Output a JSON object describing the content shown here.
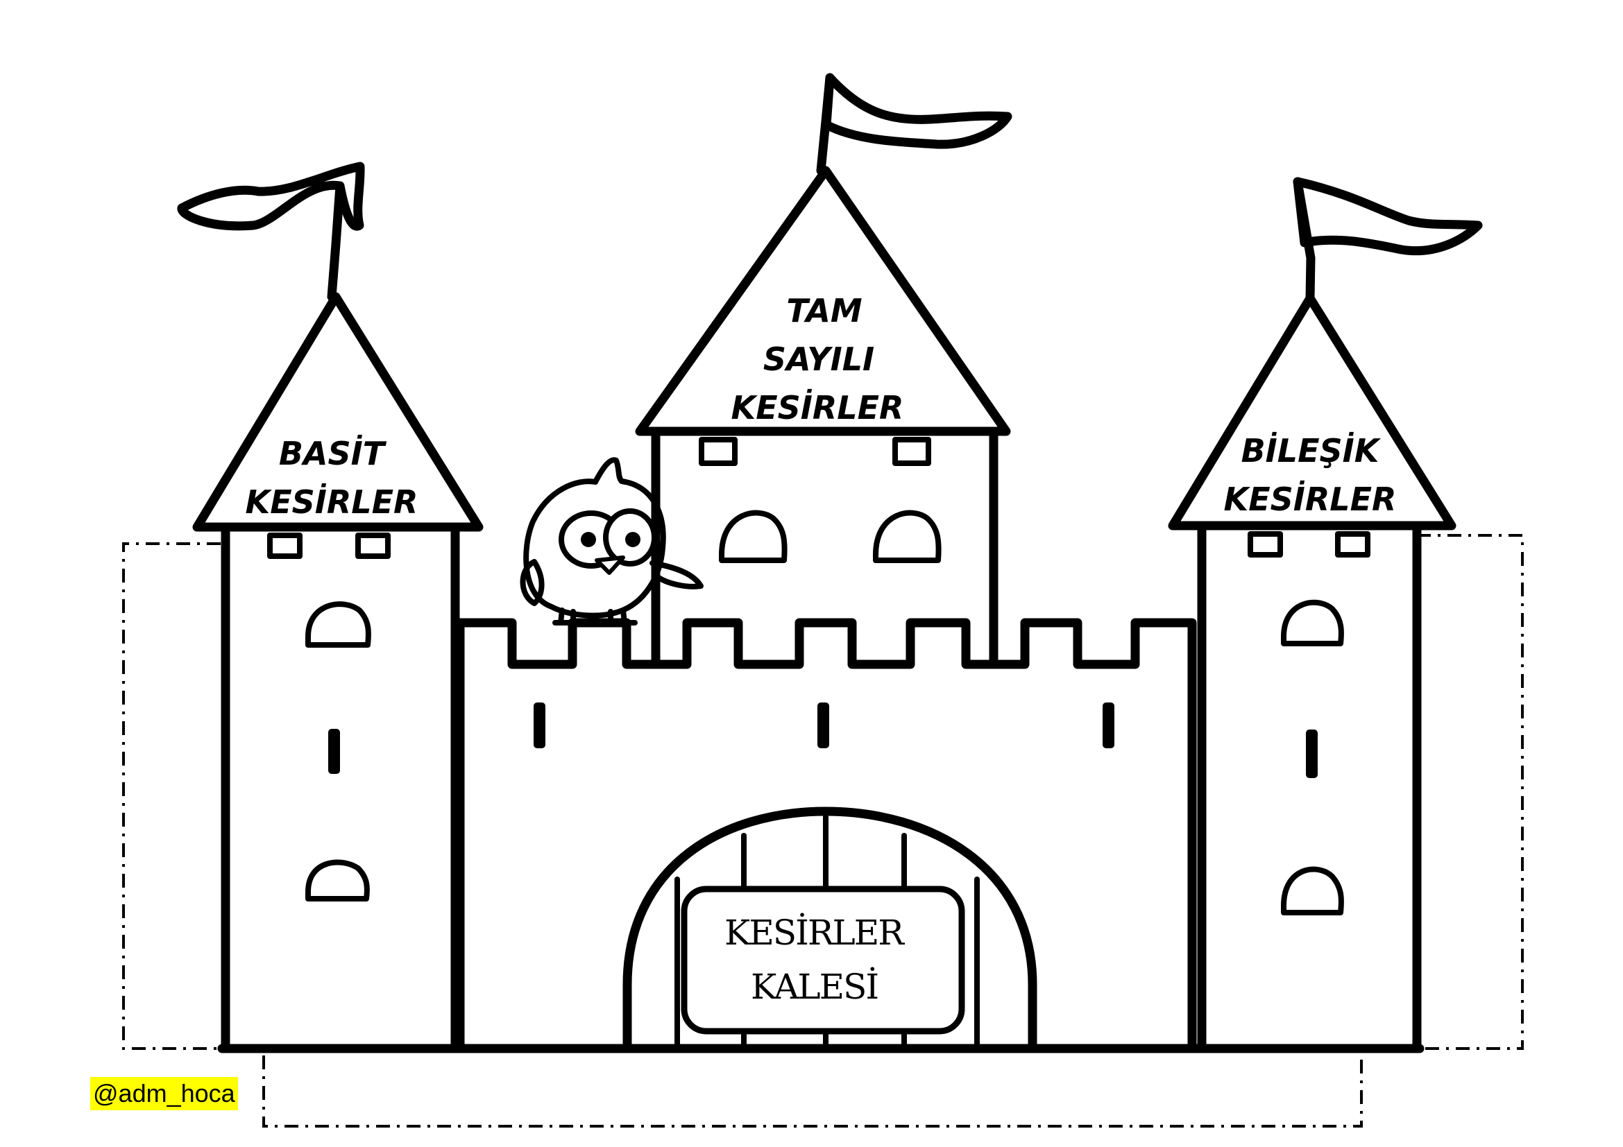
{
  "roofs": {
    "left": {
      "line1": "BASİT",
      "line2": "KESİRLER"
    },
    "center": {
      "line1": "TAM",
      "line2": "SAYILI",
      "line3": "KESİRLER"
    },
    "right": {
      "line1": "BİLEŞİK",
      "line2": "KESİRLER"
    }
  },
  "gate_sign": {
    "line1": "KESİRLER",
    "line2": "KALESİ"
  },
  "credit": "@adm_hoca",
  "colors": {
    "ink": "#000000",
    "paper": "#ffffff",
    "credit_highlight": "#ffff00"
  },
  "icons": [
    "flag-icon",
    "owl-icon",
    "portcullis-icon"
  ]
}
